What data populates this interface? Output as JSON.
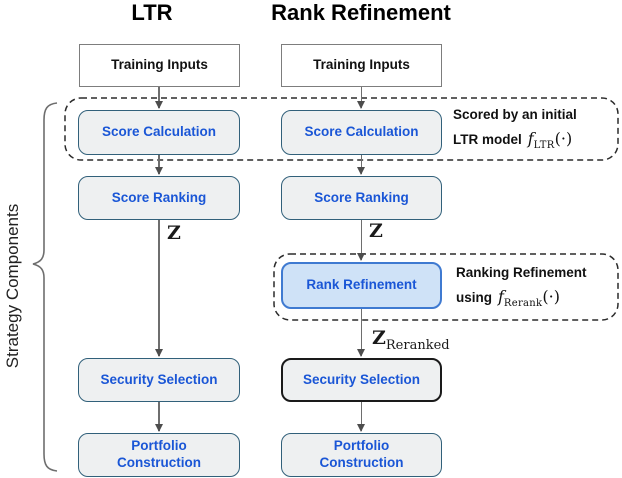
{
  "figure": {
    "left_title": "LTR",
    "right_title": "Rank Refinement",
    "side_label": "Strategy Components"
  },
  "ltr": {
    "training_inputs": "Training Inputs",
    "score_calculation": "Score Calculation",
    "score_ranking": "Score Ranking",
    "z_label": "Z",
    "security_selection": "Security Selection",
    "portfolio_construction": "Portfolio Construction"
  },
  "rr": {
    "training_inputs": "Training Inputs",
    "score_calculation": "Score Calculation",
    "score_ranking": "Score Ranking",
    "z_label": "Z",
    "rank_refinement": "Rank Refinement",
    "z_reranked_base": "Z",
    "z_reranked_sub": "Reranked",
    "security_selection": "Security Selection",
    "portfolio_construction": "Portfolio Construction"
  },
  "annotations": {
    "scored_line1": "Scored by an initial",
    "scored_line2": "LTR model",
    "scored_func": "f",
    "scored_func_sub": "LTR",
    "scored_func_args": "(·)",
    "refine_line1": "Ranking Refinement",
    "refine_line2": "using",
    "refine_func": "f",
    "refine_func_sub": "Rerank",
    "refine_func_args": "(·)"
  },
  "colors": {
    "box_fill": "#eef0f1",
    "box_border": "#31607a",
    "highlight_fill": "#cfe2f7",
    "highlight_border": "#3f7ad1",
    "label_blue": "#1a56d6",
    "text_black": "#111111",
    "arrow_gray": "#6e6e6e",
    "dash_black": "#2b2b2b",
    "plain_border": "#7d7d7d",
    "dark_border": "#1a1a1a"
  }
}
